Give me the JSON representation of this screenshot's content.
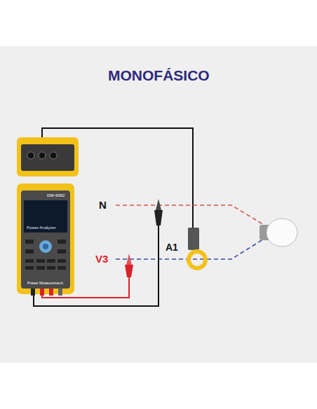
{
  "diagram": {
    "title": "MONOFÁSICO",
    "labels": [
      "N",
      "V3",
      "A1",
      "DW-6092",
      "Power Analyzer",
      "Power Measurement"
    ]
  }
}
